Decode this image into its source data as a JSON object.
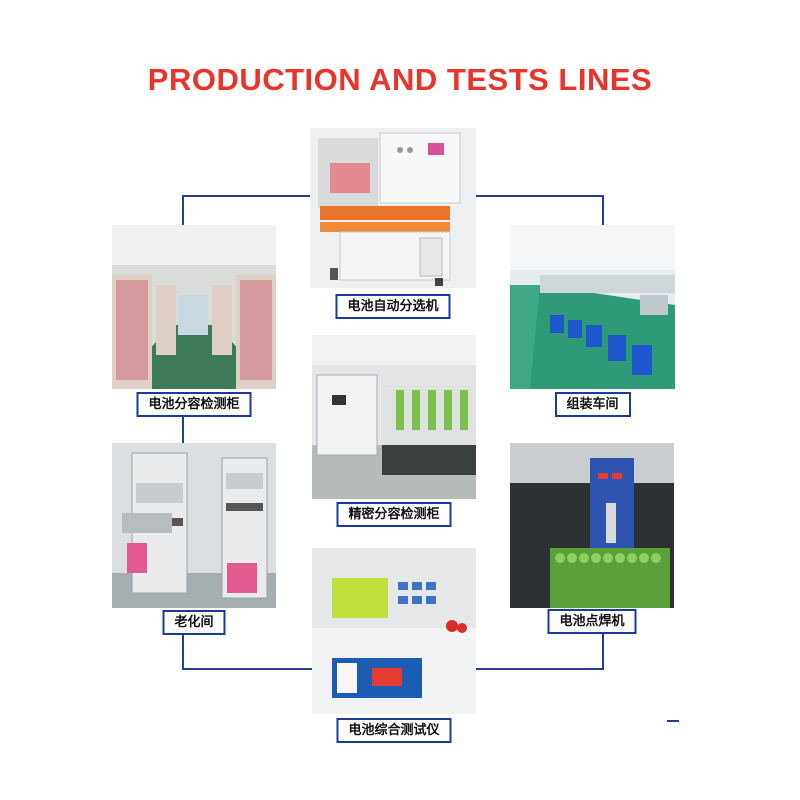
{
  "title": "PRODUCTION AND TESTS LINES",
  "colors": {
    "title": "#e8352c",
    "frame": "#1a3b9e",
    "wire": "#1f3f9c"
  },
  "panels": [
    {
      "caption": "电池自动分选机"
    },
    {
      "caption": "电池分容检测柜"
    },
    {
      "caption": "组装车间"
    },
    {
      "caption": "精密分容检测柜"
    },
    {
      "caption": "老化间"
    },
    {
      "caption": "电池点焊机"
    },
    {
      "caption": "电池综合测试仪"
    }
  ]
}
